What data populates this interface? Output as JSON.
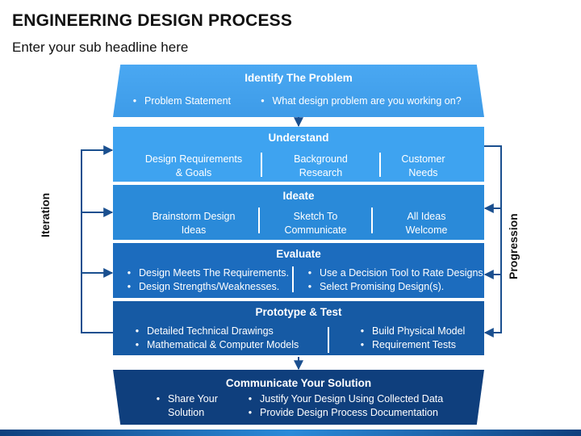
{
  "title": "ENGINEERING DESIGN PROCESS",
  "subtitle": "Enter your sub headline here",
  "stages": {
    "identify": {
      "title": "Identify The Problem",
      "items": [
        "Problem Statement",
        "What design problem are you working on?"
      ]
    },
    "understand": {
      "title": "Understand",
      "columns": [
        {
          "line1": "Design Requirements",
          "line2": "& Goals"
        },
        {
          "line1": "Background",
          "line2": "Research"
        },
        {
          "line1": "Customer",
          "line2": "Needs"
        }
      ]
    },
    "ideate": {
      "title": "Ideate",
      "columns": [
        {
          "line1": "Brainstorm Design",
          "line2": "Ideas"
        },
        {
          "line1": "Sketch To",
          "line2": "Communicate"
        },
        {
          "line1": "All Ideas",
          "line2": "Welcome"
        }
      ]
    },
    "evaluate": {
      "title": "Evaluate",
      "left": [
        "Design Meets The Requirements.",
        "Design Strengths/Weaknesses."
      ],
      "right": [
        "Use a Decision Tool to Rate Designs.",
        "Select Promising Design(s)."
      ]
    },
    "prototype": {
      "title": "Prototype & Test",
      "left": [
        "Detailed Technical Drawings",
        "Mathematical & Computer Models"
      ],
      "right": [
        "Build Physical Model",
        "Requirement Tests"
      ]
    },
    "communicate": {
      "title": "Communicate Your Solution",
      "left": {
        "line1": "Share Your",
        "line2": "Solution"
      },
      "right": [
        "Justify Your Design Using Collected Data",
        "Provide Design Process Documentation"
      ]
    }
  },
  "side_labels": {
    "left": "Iteration",
    "right": "Progression"
  },
  "colors": {
    "stage1": "#3d9be8",
    "stage2": "#3ea3f0",
    "stage3": "#2a8ad9",
    "stage4": "#1c6cbe",
    "stage5": "#165aa4",
    "stage6": "#0f3f7d",
    "arrow": "#1a4f8f"
  }
}
